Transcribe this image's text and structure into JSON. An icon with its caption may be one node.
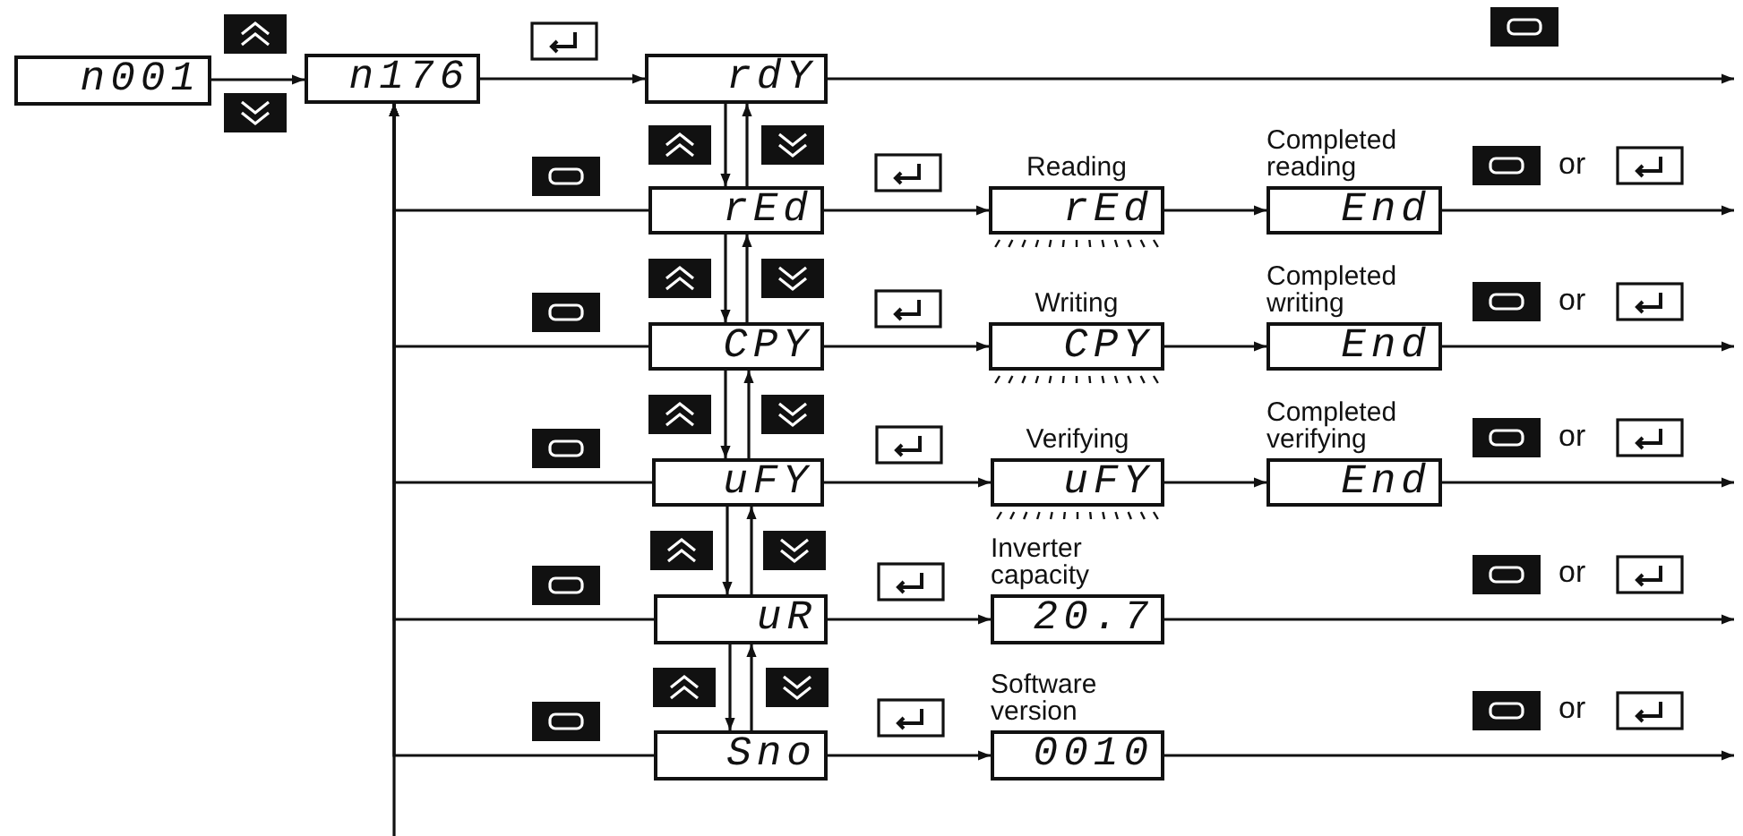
{
  "diagram": {
    "nodes": [
      {
        "text": [
          "n001"
        ]
      },
      {
        "text": [
          "n176"
        ]
      },
      {
        "text": [
          "rdY"
        ]
      },
      {
        "text": [
          "rEd"
        ]
      },
      {
        "text": [
          "CPY"
        ]
      },
      {
        "text": [
          "uFY"
        ]
      },
      {
        "text": [
          "uR"
        ]
      },
      {
        "text": [
          "Sno"
        ]
      },
      {
        "text": [
          "rEd"
        ],
        "beside": [
          "Reading"
        ]
      },
      {
        "text": [
          "End"
        ],
        "beside": [
          "Completed reading"
        ]
      },
      {
        "text": [
          "CPY"
        ],
        "beside": [
          "Writing"
        ]
      },
      {
        "text": [
          "End"
        ],
        "beside": [
          "Completed writing"
        ]
      },
      {
        "text": [
          "uFY"
        ],
        "beside": [
          "Verifying"
        ]
      },
      {
        "text": [
          "End"
        ],
        "beside": [
          "Completed verifying"
        ]
      },
      {
        "text": [
          "20.7"
        ],
        "beside": [
          "Inverter capacity"
        ]
      },
      {
        "text": [
          "0010"
        ],
        "beside": [
          "Software version"
        ]
      }
    ],
    "edges": [
      {
        "from": 0,
        "to": 1,
        "arrow": "to"
      },
      {
        "from": 1,
        "to": 2,
        "arrow": "to"
      },
      {
        "from": 2,
        "to": null,
        "arrow": "to"
      },
      {
        "from": 2,
        "to": 3,
        "arrow": "to"
      },
      {
        "from": 3,
        "to": 2,
        "arrow": "to"
      },
      {
        "from": 3,
        "to": 1,
        "arrow": "to"
      },
      {
        "from": 3,
        "to": 8,
        "arrow": "to"
      },
      {
        "from": 8,
        "to": 9,
        "arrow": "to"
      },
      {
        "from": 9,
        "to": null,
        "arrow": "to",
        "label": "or"
      },
      {
        "from": 3,
        "to": 4,
        "arrow": "to"
      },
      {
        "from": 4,
        "to": 3,
        "arrow": "to"
      },
      {
        "from": 4,
        "to": 1,
        "arrow": "to"
      },
      {
        "from": 4,
        "to": 10,
        "arrow": "to"
      },
      {
        "from": 10,
        "to": 11,
        "arrow": "to"
      },
      {
        "from": 11,
        "to": null,
        "arrow": "to",
        "label": "or"
      },
      {
        "from": 4,
        "to": 5,
        "arrow": "to"
      },
      {
        "from": 5,
        "to": 4,
        "arrow": "to"
      },
      {
        "from": 5,
        "to": 1,
        "arrow": "to"
      },
      {
        "from": 5,
        "to": 12,
        "arrow": "to"
      },
      {
        "from": 12,
        "to": 13,
        "arrow": "to"
      },
      {
        "from": 13,
        "to": null,
        "arrow": "to",
        "label": "or"
      },
      {
        "from": 5,
        "to": 6,
        "arrow": "to"
      },
      {
        "from": 6,
        "to": 5,
        "arrow": "to"
      },
      {
        "from": 6,
        "to": 1,
        "arrow": "to"
      },
      {
        "from": 6,
        "to": 14,
        "arrow": "to"
      },
      {
        "from": 14,
        "to": null,
        "arrow": "to",
        "label": "or"
      },
      {
        "from": 6,
        "to": 7,
        "arrow": "to"
      },
      {
        "from": 7,
        "to": 6,
        "arrow": "to"
      },
      {
        "from": 7,
        "to": 1,
        "arrow": "to"
      },
      {
        "from": 7,
        "to": 15,
        "arrow": "to"
      },
      {
        "from": 15,
        "to": null,
        "arrow": "to",
        "label": "or"
      },
      {
        "from": null,
        "to": 1,
        "arrow": "to"
      }
    ]
  }
}
